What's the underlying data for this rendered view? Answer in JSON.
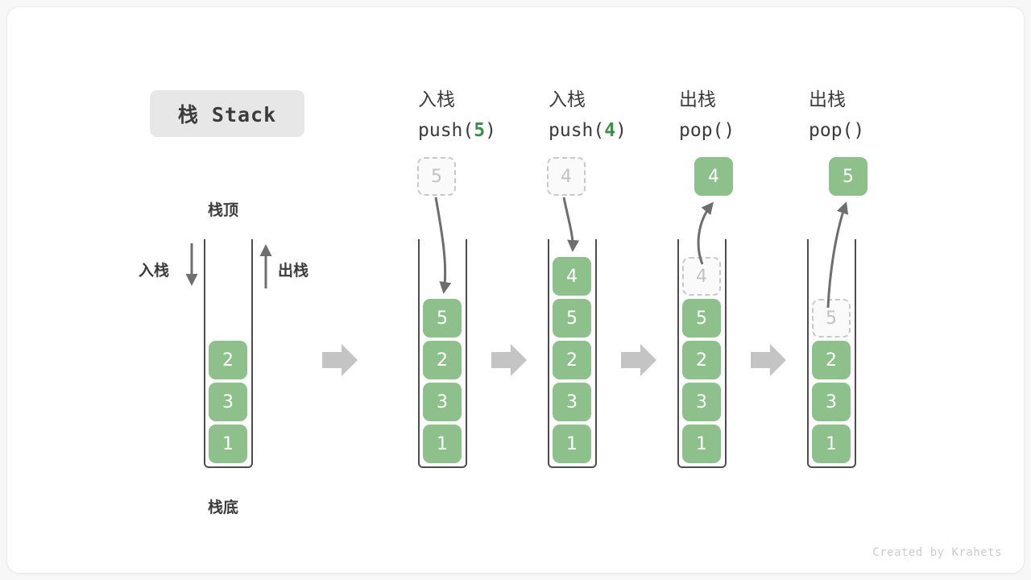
{
  "title": {
    "text": "栈 Stack"
  },
  "labels": {
    "top": "栈顶",
    "bottom": "栈底",
    "push_side": "入栈",
    "pop_side": "出栈"
  },
  "watermark": "Created by Krahets",
  "colors": {
    "element_fill": "#8ec08b",
    "element_text": "#ffffff",
    "ghost_fill": "#fafafa",
    "ghost_border": "#c9c9c9",
    "ghost_text": "#c2c2c2",
    "tube_border": "#4d4d4d",
    "accent_green": "#3c8f46",
    "step_arrow": "#c4c4c4",
    "title_chip_bg": "#e7e7e7",
    "text": "#3b3b3b"
  },
  "steps": [
    {
      "id": "initial",
      "op_cjk": "",
      "op_code": "",
      "op_arg": "",
      "stack": [
        "2",
        "3",
        "1"
      ],
      "incoming": null,
      "outgoing": null,
      "ghost_in_stack": null
    },
    {
      "id": "push-5",
      "op_cjk": "入栈",
      "op_code_pre": "push(",
      "op_arg": "5",
      "op_code_post": ")",
      "stack": [
        "5",
        "2",
        "3",
        "1"
      ],
      "incoming": "5",
      "outgoing": null,
      "ghost_in_stack": null
    },
    {
      "id": "push-4",
      "op_cjk": "入栈",
      "op_code_pre": "push(",
      "op_arg": "4",
      "op_code_post": ")",
      "stack": [
        "4",
        "5",
        "2",
        "3",
        "1"
      ],
      "incoming": "4",
      "outgoing": null,
      "ghost_in_stack": null
    },
    {
      "id": "pop-4",
      "op_cjk": "出栈",
      "op_code_pre": "pop(",
      "op_arg": "",
      "op_code_post": ")",
      "stack": [
        "5",
        "2",
        "3",
        "1"
      ],
      "incoming": null,
      "outgoing": "4",
      "ghost_in_stack": "4"
    },
    {
      "id": "pop-5",
      "op_cjk": "出栈",
      "op_code_pre": "pop(",
      "op_arg": "",
      "op_code_post": ")",
      "stack": [
        "2",
        "3",
        "1"
      ],
      "incoming": null,
      "outgoing": "5",
      "ghost_in_stack": "5"
    }
  ]
}
